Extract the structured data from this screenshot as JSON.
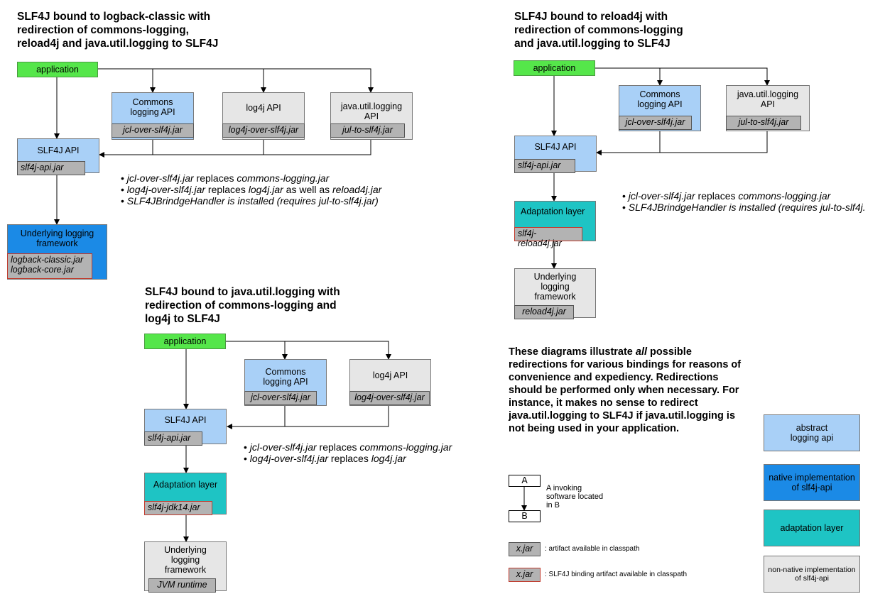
{
  "diagram1": {
    "title": "SLF4J bound to logback-classic with\nredirection of commons-logging,\nreload4j and java.util.logging to SLF4J",
    "application": "application",
    "commons_api": "Commons\nlogging API",
    "commons_jar": "jcl-over-slf4j.jar",
    "log4j_api": "log4j API",
    "log4j_jar": "log4j-over-slf4j.jar",
    "jul_api": "java.util.logging\nAPI",
    "jul_jar": "jul-to-slf4j.jar",
    "slf4j_api": "SLF4J API",
    "slf4j_jar": "slf4j-api.jar",
    "framework": "Underlying logging\nframework",
    "framework_jar": "logback-classic.jar\nlogback-core.jar",
    "note1_jar": "jcl-over-slf4j.jar",
    "note1_mid": " replaces ",
    "note1_target": "commons-logging.jar",
    "note2_jar": "log4j-over-slf4j.jar",
    "note2_mid": " replaces ",
    "note2_target": "log4j.jar",
    "note2_mid2": " as well as ",
    "note2_target2": "reload4j.jar",
    "note3": "SLF4JBrindgeHandler is installed (requires jul-to-slf4j.jar)"
  },
  "diagram2": {
    "title": "SLF4J bound to reload4j with\nredirection of commons-logging\nand java.util.logging to SLF4J",
    "application": "application",
    "commons_api": "Commons\nlogging API",
    "commons_jar": "jcl-over-slf4j.jar",
    "jul_api": "java.util.logging\nAPI",
    "jul_jar": "jul-to-slf4j.jar",
    "slf4j_api": "SLF4J API",
    "slf4j_jar": "slf4j-api.jar",
    "adaptation": "Adaptation layer",
    "adaptation_jar": "slf4j-reload4j.jar",
    "framework": "Underlying\nlogging\nframework",
    "framework_jar": "reload4j.jar",
    "note1_jar": "jcl-over-slf4j.jar",
    "note1_mid": " replaces ",
    "note1_target": "commons-logging.jar",
    "note2": "SLF4JBrindgeHandler is installed (requires jul-to-slf4j."
  },
  "diagram3": {
    "title": "SLF4J bound to java.util.logging with\nredirection of commons-logging and\nlog4j to SLF4J",
    "application": "application",
    "commons_api": "Commons\nlogging API",
    "commons_jar": "jcl-over-slf4j.jar",
    "log4j_api": "log4j API",
    "log4j_jar": "log4j-over-slf4j.jar",
    "slf4j_api": "SLF4J API",
    "slf4j_jar": "slf4j-api.jar",
    "adaptation": "Adaptation layer",
    "adaptation_jar": "slf4j-jdk14.jar",
    "framework": "Underlying\nlogging\nframework",
    "framework_jar": "JVM runtime",
    "note1_jar": "jcl-over-slf4j.jar",
    "note1_mid": " replaces ",
    "note1_target": "commons-logging.jar",
    "note2_jar": "log4j-over-slf4j.jar",
    "note2_mid": " replaces ",
    "note2_target": "log4j.jar"
  },
  "explanation": {
    "before": "These diagrams illustrate ",
    "emph": "all",
    "after": " possible redirections for various bindings for reasons of convenience and expediency. Redirections should be performed only when necessary. For instance, it makes no sense to redirect java.util.logging to SLF4J if java.util.logging is not being used in your application."
  },
  "key": {
    "a": "A",
    "b": "B",
    "invoking": "A invoking\nsoftware located\nin B",
    "jar": "x.jar",
    "jar_desc": ": artifact available in classpath",
    "bind_jar": "x.jar",
    "bind_desc": ": SLF4J binding artifact available in classpath"
  },
  "legend": {
    "abstract": "abstract\nlogging api",
    "native": "native implementation\nof slf4j-api",
    "adaptation": "adaptation layer",
    "non_native": "non-native implementation\nof slf4j-api"
  },
  "colors": {
    "application": "#55e64a",
    "abstract_api": "#a9d0f7",
    "native_impl": "#1b8ae6",
    "adaptation": "#1ec4c4",
    "non_native": "#e6e6e6",
    "jar": "#b3b3b3",
    "binding_border": "#c0392b"
  }
}
